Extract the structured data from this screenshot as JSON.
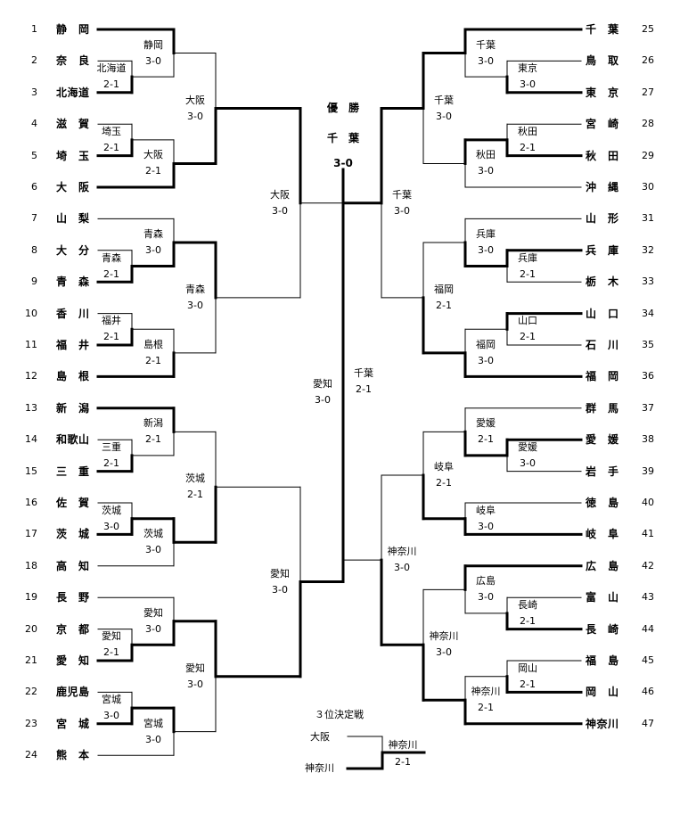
{
  "left_teams": [
    {
      "num": "1",
      "name": "静　岡"
    },
    {
      "num": "2",
      "name": "奈　良"
    },
    {
      "num": "3",
      "name": "北海道"
    },
    {
      "num": "4",
      "name": "滋　賀"
    },
    {
      "num": "5",
      "name": "埼　玉"
    },
    {
      "num": "6",
      "name": "大　阪"
    },
    {
      "num": "7",
      "name": "山　梨"
    },
    {
      "num": "8",
      "name": "大　分"
    },
    {
      "num": "9",
      "name": "青　森"
    },
    {
      "num": "10",
      "name": "香　川"
    },
    {
      "num": "11",
      "name": "福　井"
    },
    {
      "num": "12",
      "name": "島　根"
    },
    {
      "num": "13",
      "name": "新　潟"
    },
    {
      "num": "14",
      "name": "和歌山"
    },
    {
      "num": "15",
      "name": "三　重"
    },
    {
      "num": "16",
      "name": "佐　賀"
    },
    {
      "num": "17",
      "name": "茨　城"
    },
    {
      "num": "18",
      "name": "高　知"
    },
    {
      "num": "19",
      "name": "長　野"
    },
    {
      "num": "20",
      "name": "京　都"
    },
    {
      "num": "21",
      "name": "愛　知"
    },
    {
      "num": "22",
      "name": "鹿児島"
    },
    {
      "num": "23",
      "name": "宮　城"
    },
    {
      "num": "24",
      "name": "熊　本"
    }
  ],
  "right_teams": [
    {
      "num": "25",
      "name": "千　葉"
    },
    {
      "num": "26",
      "name": "鳥　取"
    },
    {
      "num": "27",
      "name": "東　京"
    },
    {
      "num": "28",
      "name": "宮　崎"
    },
    {
      "num": "29",
      "name": "秋　田"
    },
    {
      "num": "30",
      "name": "沖　縄"
    },
    {
      "num": "31",
      "name": "山　形"
    },
    {
      "num": "32",
      "name": "兵　庫"
    },
    {
      "num": "33",
      "name": "栃　木"
    },
    {
      "num": "34",
      "name": "山　口"
    },
    {
      "num": "35",
      "name": "石　川"
    },
    {
      "num": "36",
      "name": "福　岡"
    },
    {
      "num": "37",
      "name": "群　馬"
    },
    {
      "num": "38",
      "name": "愛　媛"
    },
    {
      "num": "39",
      "name": "岩　手"
    },
    {
      "num": "40",
      "name": "徳　島"
    },
    {
      "num": "41",
      "name": "岐　阜"
    },
    {
      "num": "42",
      "name": "広　島"
    },
    {
      "num": "43",
      "name": "富　山"
    },
    {
      "num": "44",
      "name": "長　崎"
    },
    {
      "num": "45",
      "name": "福　島"
    },
    {
      "num": "46",
      "name": "岡　山"
    },
    {
      "num": "47",
      "name": "神奈川"
    }
  ],
  "matches": [
    {
      "id": "L1",
      "winner": "静岡",
      "score": "3-0"
    },
    {
      "id": "L2",
      "winner": "北海道",
      "score": "2-1"
    },
    {
      "id": "L3",
      "winner": "埼玉",
      "score": "2-1"
    },
    {
      "id": "L4",
      "winner": "大阪",
      "score": "2-1"
    },
    {
      "id": "L5",
      "winner": "青森",
      "score": "3-0"
    },
    {
      "id": "L6",
      "winner": "青森",
      "score": "2-1"
    },
    {
      "id": "L7",
      "winner": "福井",
      "score": "2-1"
    },
    {
      "id": "L8",
      "winner": "島根",
      "score": "2-1"
    },
    {
      "id": "L9",
      "winner": "新潟",
      "score": "2-1"
    },
    {
      "id": "L10",
      "winner": "三重",
      "score": "2-1"
    },
    {
      "id": "L11",
      "winner": "茨城",
      "score": "3-0"
    },
    {
      "id": "L12",
      "winner": "茨城",
      "score": "3-0"
    },
    {
      "id": "L13",
      "winner": "愛知",
      "score": "3-0"
    },
    {
      "id": "L14",
      "winner": "愛知",
      "score": "2-1"
    },
    {
      "id": "L15",
      "winner": "宮城",
      "score": "3-0"
    },
    {
      "id": "L16",
      "winner": "宮城",
      "score": "3-0"
    },
    {
      "id": "L17",
      "winner": "大阪",
      "score": "3-0"
    },
    {
      "id": "L18",
      "winner": "青森",
      "score": "3-0"
    },
    {
      "id": "L19",
      "winner": "茨城",
      "score": "2-1"
    },
    {
      "id": "L20",
      "winner": "愛知",
      "score": "3-0"
    },
    {
      "id": "L21",
      "winner": "大阪",
      "score": "3-0"
    },
    {
      "id": "L22",
      "winner": "愛知",
      "score": "3-0"
    },
    {
      "id": "L23",
      "winner": "愛知",
      "score": "3-0"
    },
    {
      "id": "R1",
      "winner": "千葉",
      "score": "3-0"
    },
    {
      "id": "R2",
      "winner": "東京",
      "score": "3-0"
    },
    {
      "id": "R3",
      "winner": "秋田",
      "score": "2-1"
    },
    {
      "id": "R4",
      "winner": "秋田",
      "score": "3-0"
    },
    {
      "id": "R5",
      "winner": "兵庫",
      "score": "3-0"
    },
    {
      "id": "R6",
      "winner": "兵庫",
      "score": "2-1"
    },
    {
      "id": "R7",
      "winner": "山口",
      "score": "2-1"
    },
    {
      "id": "R8",
      "winner": "福岡",
      "score": "3-0"
    },
    {
      "id": "R9",
      "winner": "愛媛",
      "score": "2-1"
    },
    {
      "id": "R10",
      "winner": "愛媛",
      "score": "3-0"
    },
    {
      "id": "R11",
      "winner": "岐阜",
      "score": "3-0"
    },
    {
      "id": "R12",
      "winner": "広島",
      "score": "3-0"
    },
    {
      "id": "R13",
      "winner": "長崎",
      "score": "2-1"
    },
    {
      "id": "R14",
      "winner": "岡山",
      "score": "2-1"
    },
    {
      "id": "R15",
      "winner": "神奈川",
      "score": "2-1"
    },
    {
      "id": "R16",
      "winner": "千葉",
      "score": "3-0"
    },
    {
      "id": "R17",
      "winner": "福岡",
      "score": "2-1"
    },
    {
      "id": "R18",
      "winner": "岐阜",
      "score": "2-1"
    },
    {
      "id": "R19",
      "winner": "神奈川",
      "score": "3-0"
    },
    {
      "id": "R20",
      "winner": "千葉",
      "score": "3-0"
    },
    {
      "id": "R21",
      "winner": "神奈川",
      "score": "3-0"
    },
    {
      "id": "R22",
      "winner": "千葉",
      "score": "2-1"
    }
  ],
  "final": {
    "title": "優　勝",
    "champion": "千　葉",
    "score": "3-0"
  },
  "third_place": {
    "title": "３位決定戦",
    "team_a": "大阪",
    "team_b": "神奈川",
    "winner": "神奈川",
    "score": "2-1"
  },
  "colors": {
    "line": "#000000",
    "background": "#ffffff",
    "text": "#000000"
  }
}
